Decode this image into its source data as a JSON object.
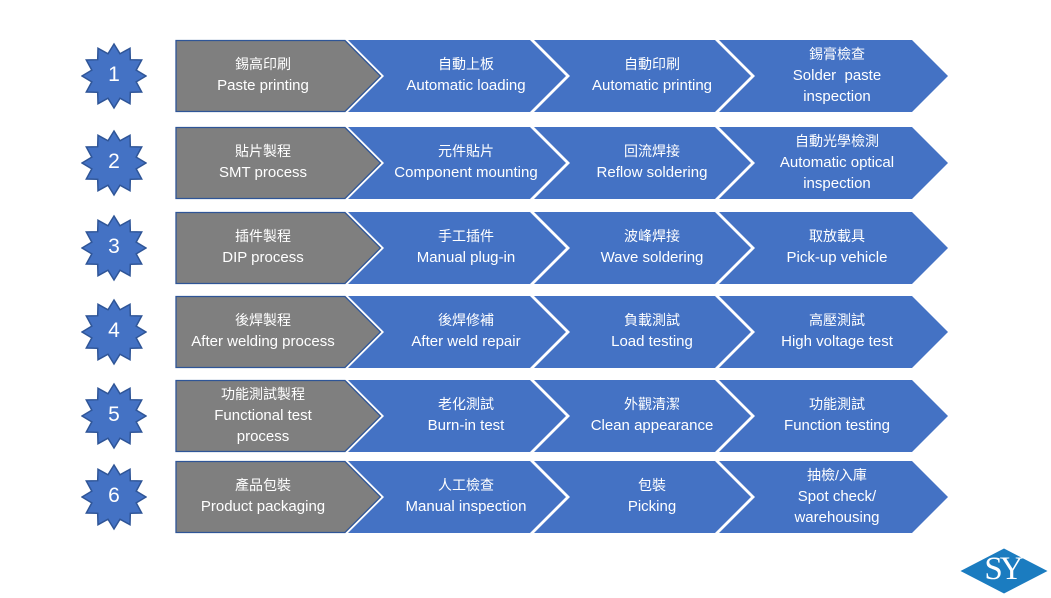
{
  "colors": {
    "arrow_blue": "#4472C4",
    "category_gray": "#7F7F7F",
    "category_border": "#2F5597",
    "badge_blue": "#4472C4",
    "badge_border": "#2F5597",
    "logo_blue": "#1B7CC0",
    "text_white": "#FFFFFF"
  },
  "logo": {
    "text": "SY"
  },
  "rows": [
    {
      "number": "1",
      "category": {
        "zh": "錫高印刷",
        "en": "Paste printing"
      },
      "steps": [
        {
          "zh": "自動上板",
          "en": "Automatic loading"
        },
        {
          "zh": "自動印刷",
          "en": "Automatic printing"
        },
        {
          "zh": "錫膏檢查",
          "en": "Solder  paste\ninspection"
        }
      ]
    },
    {
      "number": "2",
      "category": {
        "zh": "貼片製程",
        "en": "SMT process"
      },
      "steps": [
        {
          "zh": "元件貼片",
          "en": "Component mounting"
        },
        {
          "zh": "回流焊接",
          "en": "Reflow soldering"
        },
        {
          "zh": "自動光學檢測",
          "en": "Automatic optical\ninspection"
        }
      ]
    },
    {
      "number": "3",
      "category": {
        "zh": "插件製程",
        "en": "DIP process"
      },
      "steps": [
        {
          "zh": "手工插件",
          "en": "Manual plug-in"
        },
        {
          "zh": "波峰焊接",
          "en": "Wave soldering"
        },
        {
          "zh": "取放載具",
          "en": "Pick-up vehicle"
        }
      ]
    },
    {
      "number": "4",
      "category": {
        "zh": "後焊製程",
        "en": "After welding process"
      },
      "steps": [
        {
          "zh": "後焊修補",
          "en": "After weld repair"
        },
        {
          "zh": "負載測試",
          "en": "Load testing"
        },
        {
          "zh": "高壓測試",
          "en": "High voltage test"
        }
      ]
    },
    {
      "number": "5",
      "category": {
        "zh": "功能測試製程",
        "en": "Functional test\nprocess"
      },
      "steps": [
        {
          "zh": "老化測試",
          "en": "Burn-in test"
        },
        {
          "zh": "外觀清潔",
          "en": "Clean appearance"
        },
        {
          "zh": "功能測試",
          "en": "Function testing"
        }
      ]
    },
    {
      "number": "6",
      "category": {
        "zh": "產品包裝",
        "en": "Product packaging"
      },
      "steps": [
        {
          "zh": "人工檢查",
          "en": "Manual inspection"
        },
        {
          "zh": "包裝",
          "en": "Picking"
        },
        {
          "zh": "抽檢/入庫",
          "en": "Spot check/\nwarehousing"
        }
      ]
    }
  ]
}
